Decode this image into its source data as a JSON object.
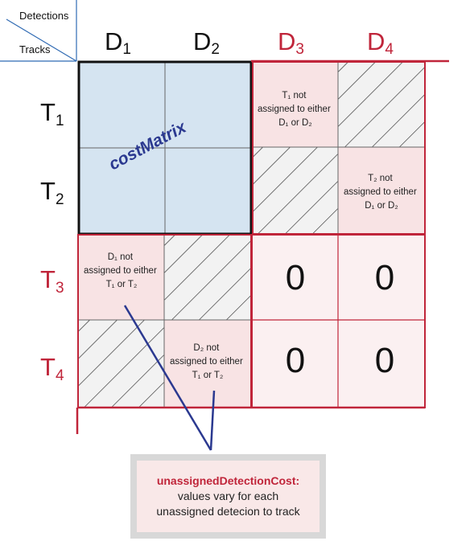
{
  "corner": {
    "top_label": "Detections",
    "bottom_label": "Tracks"
  },
  "columns": [
    {
      "letter": "D",
      "sub": "1",
      "color": "#111111"
    },
    {
      "letter": "D",
      "sub": "2",
      "color": "#111111"
    },
    {
      "letter": "D",
      "sub": "3",
      "color": "#c0253a"
    },
    {
      "letter": "D",
      "sub": "4",
      "color": "#c0253a"
    }
  ],
  "rows": [
    {
      "letter": "T",
      "sub": "1",
      "color": "#111111"
    },
    {
      "letter": "T",
      "sub": "2",
      "color": "#111111"
    },
    {
      "letter": "T",
      "sub": "3",
      "color": "#c0253a"
    },
    {
      "letter": "T",
      "sub": "4",
      "color": "#c0253a"
    }
  ],
  "cost_matrix_label": "costMatrix",
  "notes": {
    "t1": [
      "T₁ not",
      "assigned to either",
      "D₁ or D₂"
    ],
    "t2": [
      "T₂ not",
      "assigned to either",
      "D₁ or D₂"
    ],
    "d1": [
      "D₁ not",
      "assigned to either",
      "T₁ or T₂"
    ],
    "d2": [
      "D₂  not",
      "assigned to either",
      "T₁ or T₂"
    ]
  },
  "zero_value": "0",
  "callout": {
    "title": "unassignedDetectionCost:",
    "line1": "values vary for each",
    "line2": "unassigned detecion to track"
  },
  "colors": {
    "cost_fill": "#d5e4f1",
    "pink_fill": "#f8e3e4",
    "light_pink_fill": "#fbf0f1",
    "hatch_bg": "#f2f2f2",
    "red_border": "#c0253a",
    "navy": "#2b3990"
  }
}
